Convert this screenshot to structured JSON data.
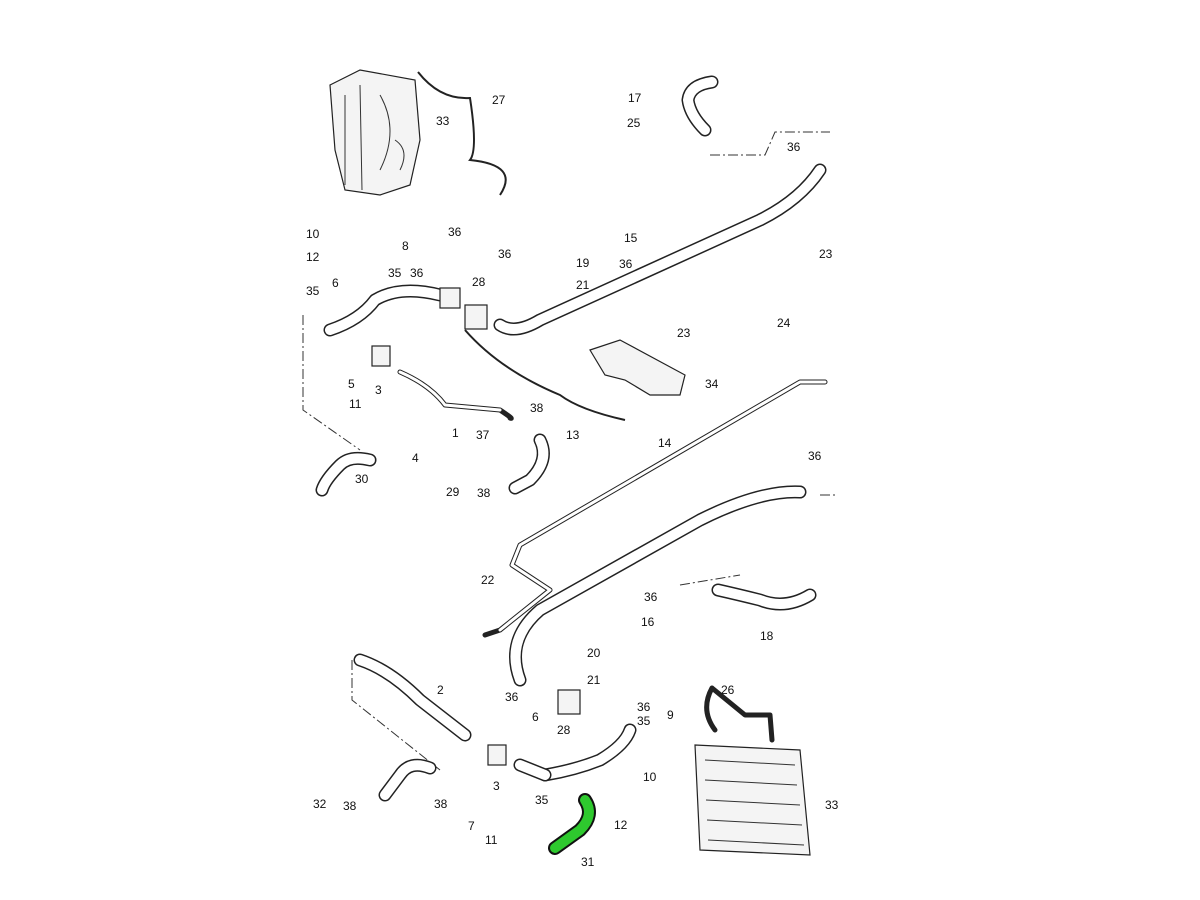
{
  "title": "Coolant hoses parts diagram",
  "highlight_color": "#2ec92e",
  "callouts": [
    "27",
    "33",
    "17",
    "25",
    "36",
    "10",
    "12",
    "8",
    "35",
    "36",
    "36",
    "36",
    "19",
    "21",
    "15",
    "36",
    "23",
    "6",
    "35",
    "28",
    "23",
    "24",
    "34",
    "5",
    "3",
    "11",
    "38",
    "1",
    "37",
    "13",
    "4",
    "14",
    "36",
    "30",
    "29",
    "38",
    "22",
    "36",
    "16",
    "18",
    "20",
    "21",
    "2",
    "36",
    "36",
    "35",
    "9",
    "28",
    "6",
    "26",
    "3",
    "10",
    "35",
    "38",
    "32",
    "38",
    "7",
    "12",
    "33",
    "11",
    "31"
  ]
}
